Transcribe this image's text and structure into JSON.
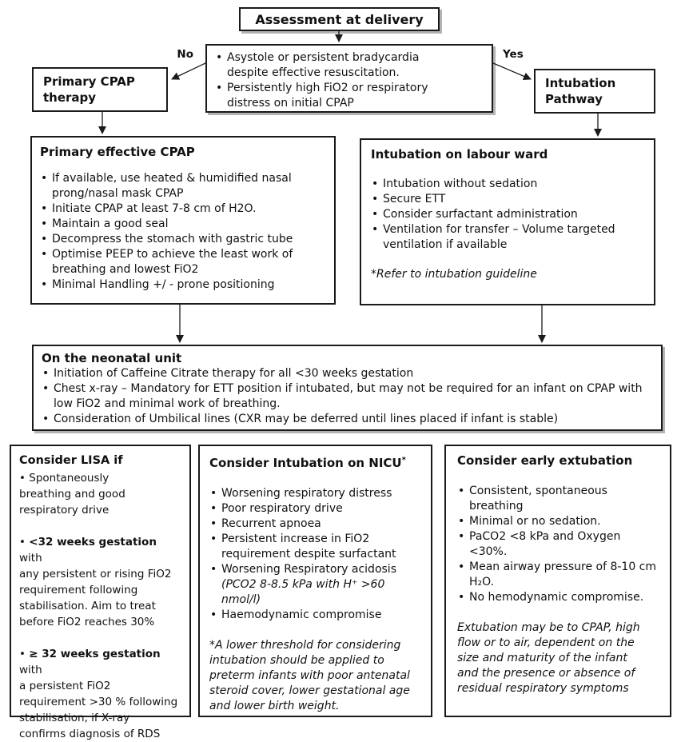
{
  "colors": {
    "border": "#1a1a1a",
    "background": "#ffffff",
    "text": "#111111",
    "shadow": "#b3b3b3"
  },
  "assessment": {
    "title": "Assessment at delivery"
  },
  "decision": {
    "bullets": [
      "Asystole or persistent bradycardia despite effective resuscitation.",
      "Persistently high FiO2 or respiratory distress on initial CPAP"
    ]
  },
  "branch_labels": {
    "no": "No",
    "yes": "Yes"
  },
  "primary_cpap_therapy": {
    "title": "Primary CPAP therapy"
  },
  "intubation_pathway": {
    "title": "Intubation Pathway"
  },
  "primary_effective_cpap": {
    "title": "Primary effective CPAP",
    "bullets": [
      "If available, use heated & humidified nasal prong/nasal mask CPAP",
      "Initiate CPAP at least 7-8 cm of H2O.",
      "Maintain a good seal",
      "Decompress the stomach with gastric tube",
      "Optimise PEEP to achieve the least work of breathing and lowest FiO2",
      "Minimal Handling +/ - prone positioning"
    ]
  },
  "intubation_labour_ward": {
    "title": "Intubation on labour ward",
    "bullets": [
      "Intubation without sedation",
      "Secure ETT",
      "Consider surfactant administration",
      "Ventilation for transfer – Volume targeted ventilation if available"
    ],
    "note": "*Refer to intubation guideline"
  },
  "neonatal_unit": {
    "title": "On the neonatal unit",
    "bullets": [
      "Initiation of Caffeine Citrate therapy for all <30 weeks gestation",
      "Chest x-ray – Mandatory for ETT position if intubated, but may not be required for an infant on CPAP with low FiO2 and minimal work of breathing.",
      "Consideration of Umbilical lines (CXR may be deferred until lines placed if infant is stable)"
    ]
  },
  "consider_lisa": {
    "title": "Consider LISA if",
    "p1": "Spontaneously\nbreathing and good\nrespiratory drive",
    "p2_bold": "<32 weeks gestation",
    "p2_rest": " with\nany persistent or rising FiO2\nrequirement following\nstabilisation. Aim to treat\nbefore FiO2 reaches 30%",
    "p3_bold": "≥ 32 weeks gestation",
    "p3_rest": " with\na persistent FiO2\nrequirement >30 % following\nstabilisation, if X-ray\nconfirms diagnosis of RDS"
  },
  "consider_intubation_nicu": {
    "title": "Consider Intubation on NICU",
    "title_sup": "*",
    "bullets": [
      "Worsening respiratory distress",
      "Poor respiratory drive",
      "Recurrent apnoea",
      "Persistent increase in FiO2 requirement despite surfactant"
    ],
    "bullet_acidosis_normal": "Worsening Respiratory acidosis ",
    "bullet_acidosis_italic": "(PCO2 8-8.5 kPa with H⁺ >60 nmol/l)",
    "bullet_last": "Haemodynamic compromise",
    "footnote": "*A lower threshold for considering intubation should be applied to preterm infants with poor antenatal steroid cover, lower gestational age and lower birth weight."
  },
  "consider_early_extubation": {
    "title": "Consider early extubation",
    "bullets": [
      "Consistent, spontaneous breathing",
      "Minimal or no sedation.",
      "PaCO2 <8 kPa and Oxygen <30%.",
      "Mean airway pressure of 8-10 cm H₂O.",
      "No hemodynamic compromise."
    ],
    "footnote": "Extubation may be to CPAP, high flow or to air, dependent on the size and maturity of the infant and the presence or absence of residual respiratory symptoms"
  }
}
